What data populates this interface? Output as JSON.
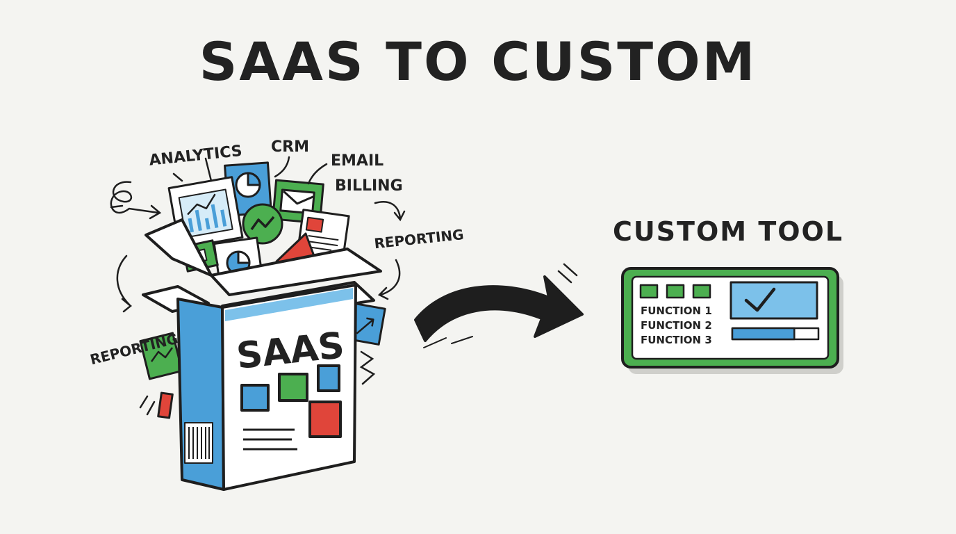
{
  "title": "SAAS TO CUSTOM",
  "saas_box": {
    "label": "SAAS",
    "feature_labels": [
      "ANALYTICS",
      "CRM",
      "EMAIL",
      "BILLING",
      "REPORTING",
      "REPORTING"
    ]
  },
  "custom_tool": {
    "title": "CUSTOM TOOL",
    "functions": [
      "FUNCTION 1",
      "FUNCTION 2",
      "FUNCTION 3"
    ],
    "progress": 0.72
  },
  "colors": {
    "blue": "#4a9fd8",
    "green": "#4caf50",
    "red": "#e0453a",
    "ink": "#1e1e1e",
    "light_blue": "#7cc1ea",
    "pale_green": "#dcefd6"
  }
}
